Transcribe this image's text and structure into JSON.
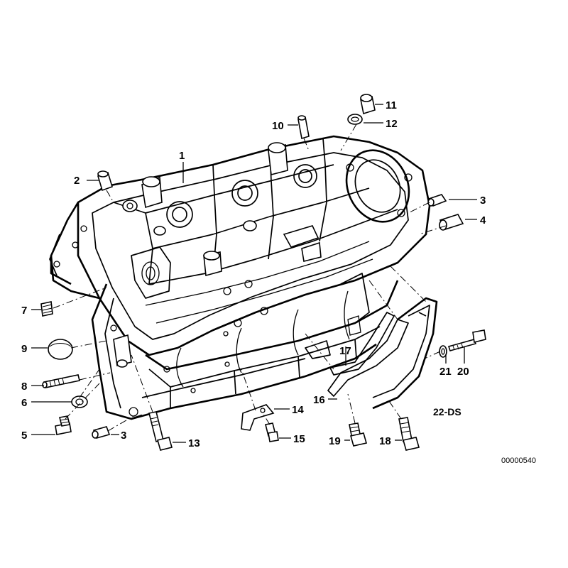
{
  "diagram": {
    "code": "00000540",
    "variant_tag": "22-DS",
    "callouts": [
      {
        "id": "c1",
        "text": "1"
      },
      {
        "id": "c2",
        "text": "2"
      },
      {
        "id": "c3a",
        "text": "3"
      },
      {
        "id": "c3b",
        "text": "3"
      },
      {
        "id": "c4",
        "text": "4"
      },
      {
        "id": "c5",
        "text": "5"
      },
      {
        "id": "c6",
        "text": "6"
      },
      {
        "id": "c7",
        "text": "7"
      },
      {
        "id": "c8",
        "text": "8"
      },
      {
        "id": "c9",
        "text": "9"
      },
      {
        "id": "c10",
        "text": "10"
      },
      {
        "id": "c11",
        "text": "11"
      },
      {
        "id": "c12",
        "text": "12"
      },
      {
        "id": "c13",
        "text": "13"
      },
      {
        "id": "c14",
        "text": "14"
      },
      {
        "id": "c15",
        "text": "15"
      },
      {
        "id": "c16",
        "text": "16"
      },
      {
        "id": "c17",
        "text": "17"
      },
      {
        "id": "c18",
        "text": "18"
      },
      {
        "id": "c19",
        "text": "19"
      },
      {
        "id": "c20",
        "text": "20"
      },
      {
        "id": "c21",
        "text": "21"
      }
    ]
  }
}
